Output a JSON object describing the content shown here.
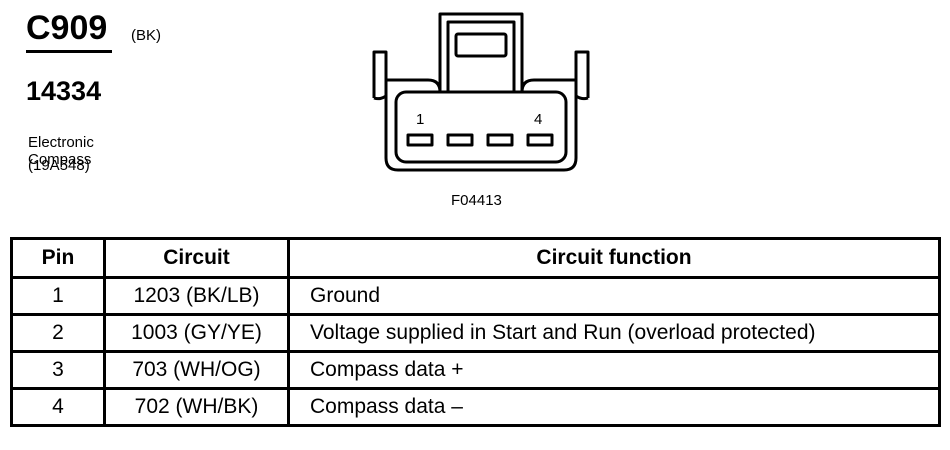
{
  "connector": {
    "id": "C909",
    "color": "(BK)",
    "part_number": "14334",
    "component_name": "Electronic Compass",
    "component_part": "(19A548)",
    "figure_code": "F04413",
    "pin_labels": [
      "1",
      "4"
    ]
  },
  "table": {
    "headers": [
      "Pin",
      "Circuit",
      "Circuit function"
    ],
    "rows": [
      {
        "pin": "1",
        "circuit": "1203 (BK/LB)",
        "function": "Ground"
      },
      {
        "pin": "2",
        "circuit": "1003 (GY/YE)",
        "function": "Voltage supplied in Start and Run (overload protected)"
      },
      {
        "pin": "3",
        "circuit": "703 (WH/OG)",
        "function": "Compass data +"
      },
      {
        "pin": "4",
        "circuit": "702 (WH/BK)",
        "function": "Compass data –"
      }
    ]
  }
}
